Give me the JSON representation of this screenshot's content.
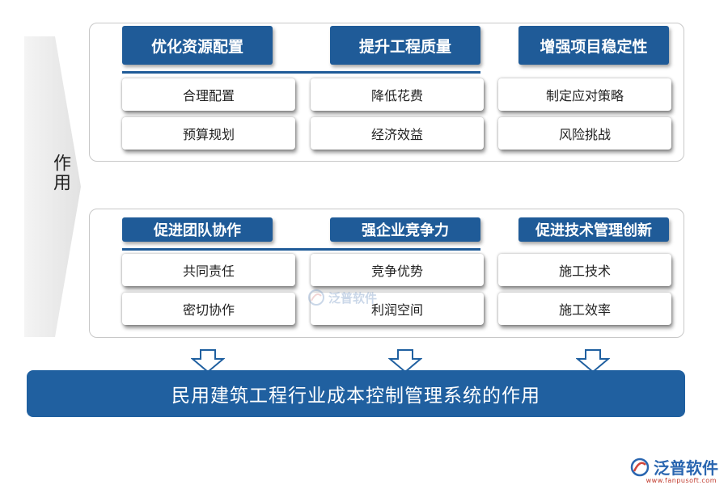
{
  "side_label": "作用",
  "top_section": {
    "headers": [
      "优化资源配置",
      "提升工程质量",
      "增强项目稳定性"
    ],
    "items": [
      [
        "合理配置",
        "降低花费",
        "制定应对策略"
      ],
      [
        "预算规划",
        "经济效益",
        "风险挑战"
      ]
    ]
  },
  "bottom_section": {
    "headers": [
      "促进团队协作",
      "强企业竞争力",
      "促进技术管理创新"
    ],
    "items": [
      [
        "共同责任",
        "竞争优势",
        "施工技术"
      ],
      [
        "密切协作",
        "利润空间",
        "施工效率"
      ]
    ]
  },
  "banner": "民用建筑工程行业成本控制管理系统的作用",
  "watermark": {
    "text": "泛普软件",
    "icon": "fanpu-logo-icon"
  },
  "logo": {
    "text": "泛普软件",
    "url": "www.fanpusoft.com",
    "icon": "fanpu-logo-icon"
  },
  "colors": {
    "header": "#1f5b98",
    "banner": "#2060a0",
    "arrow": "#ebebeb"
  }
}
